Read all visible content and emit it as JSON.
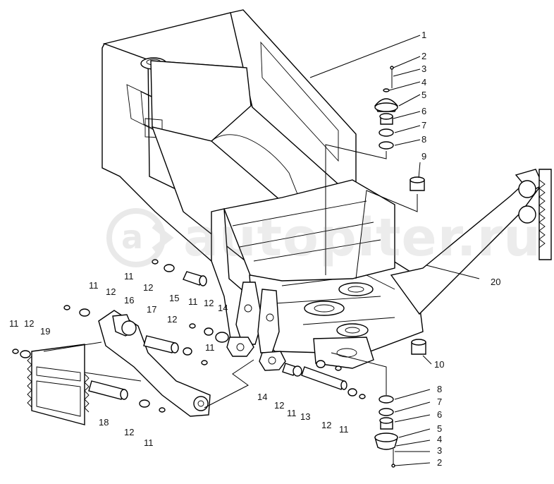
{
  "watermark": {
    "text": "autopiter.ru",
    "logo": "a-arrow-logo"
  },
  "callouts": [
    "1",
    "2",
    "3",
    "4",
    "5",
    "6",
    "7",
    "8",
    "9",
    "10",
    "11",
    "12",
    "13",
    "14",
    "15",
    "16",
    "17",
    "18",
    "19",
    "20"
  ],
  "labels": {
    "l1": "1",
    "r2": "2",
    "r3": "3",
    "r4": "4",
    "r5": "5",
    "r6": "6",
    "r7": "7",
    "r8": "8",
    "r9": "9",
    "r10": "10",
    "r20": "20",
    "b8": "8",
    "b7": "7",
    "b6": "6",
    "b5": "5",
    "b4": "4",
    "b3": "3",
    "b2": "2",
    "c11a": "11",
    "c12a": "12",
    "c15": "15",
    "c11b": "11",
    "c12b": "12",
    "c16": "16",
    "c17": "17",
    "c11c": "11",
    "c12c": "12",
    "c14a": "14",
    "c12d": "12",
    "c11d": "11",
    "c11e": "11",
    "c12e": "12",
    "c19": "19",
    "c18": "18",
    "c12f": "12",
    "c11f": "11",
    "c14b": "14",
    "c12g": "12",
    "c11g": "11",
    "c13": "13",
    "c12h": "12",
    "c11h": "11"
  }
}
